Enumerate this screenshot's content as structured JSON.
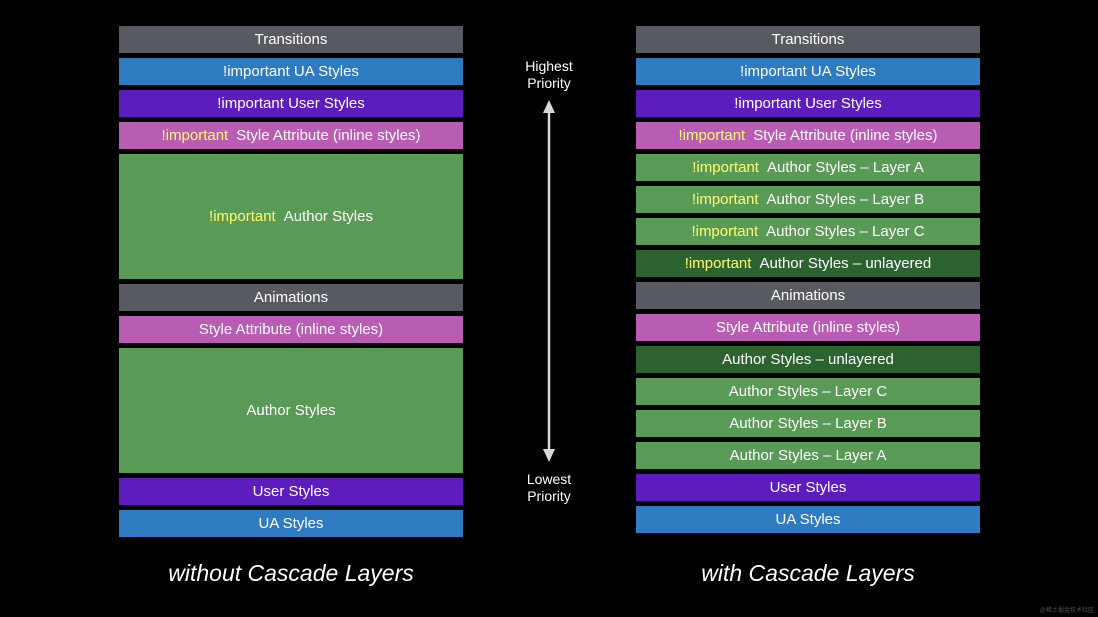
{
  "colors": {
    "gray": "#585a61",
    "blue": "#2f7bc1",
    "purple": "#5d1dbe",
    "pink": "#b95cb4",
    "green": "#5a9a57",
    "dark_green": "#2c6331",
    "important_text": "#ffff6e"
  },
  "left_column": {
    "caption": "without Cascade Layers",
    "blocks": [
      {
        "important": "",
        "label": "Transitions",
        "color": "gray",
        "height": "short"
      },
      {
        "important": "",
        "label": "!important UA Styles",
        "color": "blue",
        "height": "short"
      },
      {
        "important": "",
        "label": "!important User Styles",
        "color": "purple",
        "height": "short"
      },
      {
        "important": "!important",
        "label": "Style Attribute (inline styles)",
        "color": "pink",
        "height": "short"
      },
      {
        "important": "!important",
        "label": "Author Styles",
        "color": "green",
        "height": "tall"
      },
      {
        "important": "",
        "label": "Animations",
        "color": "gray",
        "height": "short"
      },
      {
        "important": "",
        "label": "Style Attribute (inline styles)",
        "color": "pink",
        "height": "short"
      },
      {
        "important": "",
        "label": "Author Styles",
        "color": "green",
        "height": "tall"
      },
      {
        "important": "",
        "label": "User Styles",
        "color": "purple",
        "height": "short"
      },
      {
        "important": "",
        "label": "UA Styles",
        "color": "blue",
        "height": "short"
      }
    ]
  },
  "right_column": {
    "caption": "with Cascade Layers",
    "blocks": [
      {
        "important": "",
        "label": "Transitions",
        "color": "gray",
        "height": "short"
      },
      {
        "important": "",
        "label": "!important UA Styles",
        "color": "blue",
        "height": "short"
      },
      {
        "important": "",
        "label": "!important User Styles",
        "color": "purple",
        "height": "short"
      },
      {
        "important": "!important",
        "label": "Style Attribute (inline styles)",
        "color": "pink",
        "height": "short"
      },
      {
        "important": "!important",
        "label": "Author Styles – Layer A",
        "color": "green",
        "height": "short"
      },
      {
        "important": "!important",
        "label": "Author Styles – Layer B",
        "color": "green",
        "height": "short"
      },
      {
        "important": "!important",
        "label": "Author Styles – Layer C",
        "color": "green",
        "height": "short"
      },
      {
        "important": "!important",
        "label": "Author Styles – unlayered",
        "color": "dark_green",
        "height": "short"
      },
      {
        "important": "",
        "label": "Animations",
        "color": "gray",
        "height": "short"
      },
      {
        "important": "",
        "label": "Style Attribute (inline styles)",
        "color": "pink",
        "height": "short"
      },
      {
        "important": "",
        "label": "Author Styles – unlayered",
        "color": "dark_green",
        "height": "short"
      },
      {
        "important": "",
        "label": "Author Styles – Layer C",
        "color": "green",
        "height": "short"
      },
      {
        "important": "",
        "label": "Author Styles – Layer B",
        "color": "green",
        "height": "short"
      },
      {
        "important": "",
        "label": "Author Styles – Layer A",
        "color": "green",
        "height": "short"
      },
      {
        "important": "",
        "label": "User Styles",
        "color": "purple",
        "height": "short"
      },
      {
        "important": "",
        "label": "UA Styles",
        "color": "blue",
        "height": "short"
      }
    ]
  },
  "axis": {
    "top_label_line1": "Highest",
    "top_label_line2": "Priority",
    "bottom_label_line1": "Lowest",
    "bottom_label_line2": "Priority"
  },
  "watermark": "@稀土掘金技术社区"
}
